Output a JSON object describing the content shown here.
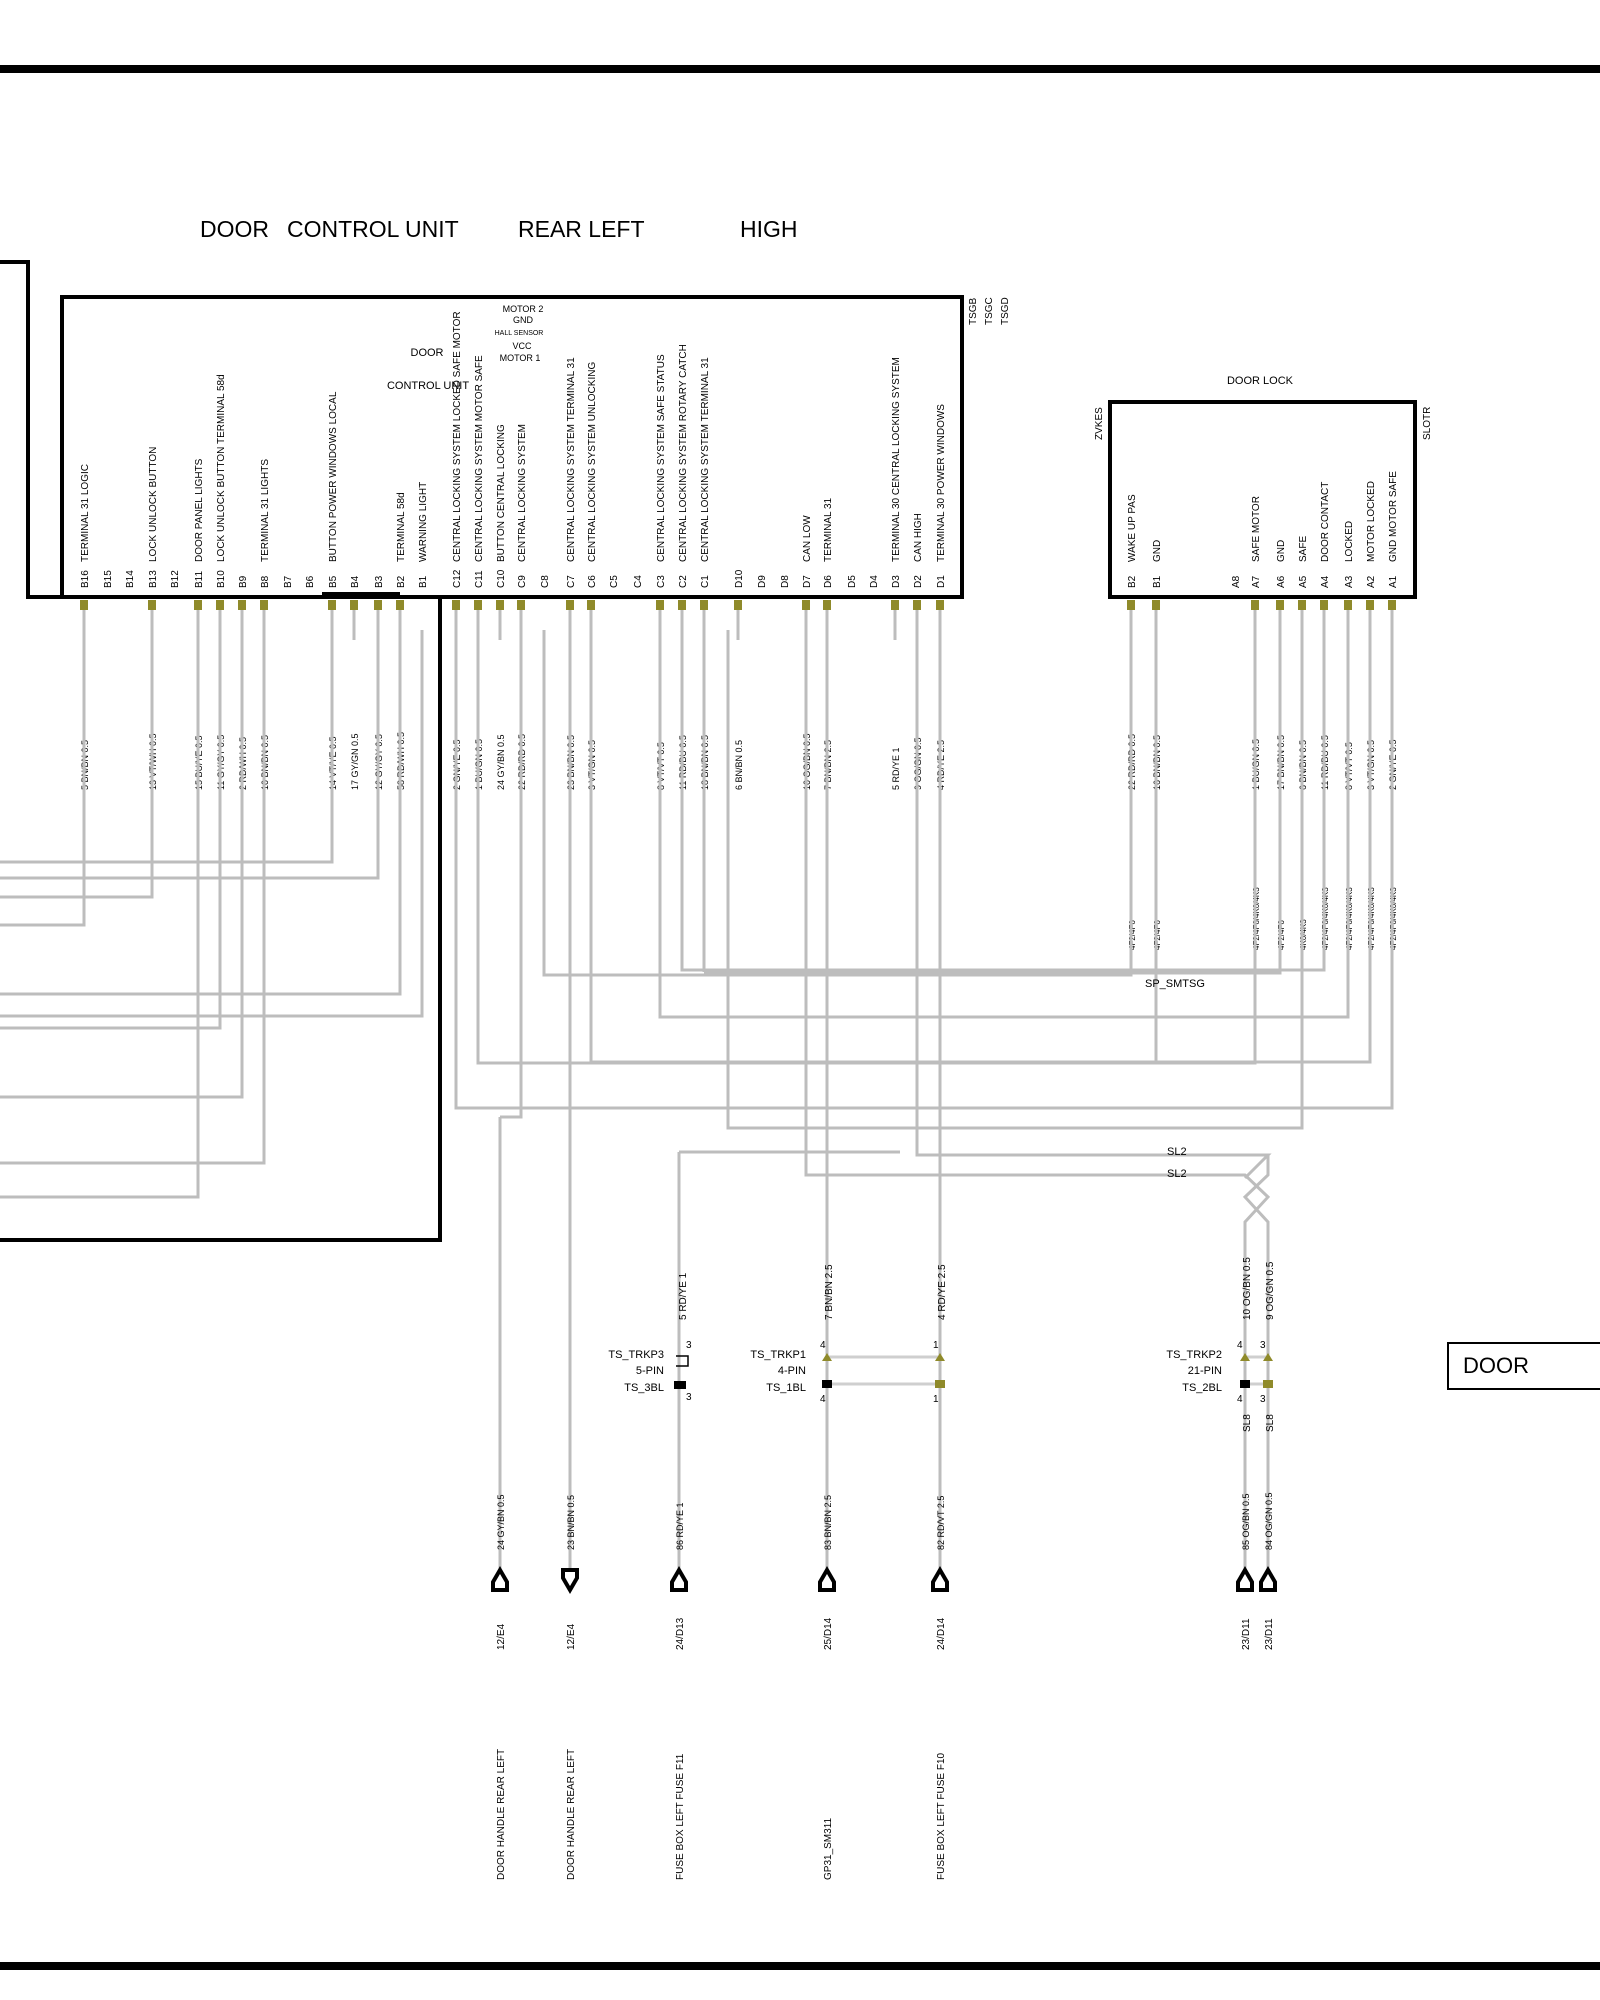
{
  "sheet": {
    "title_words": [
      "DOOR",
      "CONTROL UNIT",
      "REAR LEFT",
      "HIGH"
    ]
  },
  "dcu": {
    "connectors": [
      "TSGB",
      "TSGC",
      "TSGD"
    ],
    "inner_labels": {
      "motor2": "MOTOR 2",
      "gnd": "GND",
      "hall": "HALL SENSOR",
      "vcc": "VCC",
      "motor1": "MOTOR 1",
      "door": "DOOR",
      "control_unit": "CONTROL UNIT"
    },
    "pins": [
      {
        "pin": "B16",
        "func": "TERMINAL 31   LOGIC",
        "wire": "5 BN/BN 0.5"
      },
      {
        "pin": "B15",
        "func": "",
        "wire": ""
      },
      {
        "pin": "B14",
        "func": "",
        "wire": ""
      },
      {
        "pin": "B13",
        "func": "LOCK   UNLOCK   BUTTON",
        "wire": "13 VT/WH 0.5"
      },
      {
        "pin": "B12",
        "func": "",
        "wire": ""
      },
      {
        "pin": "B11",
        "func": "DOOR PANEL   LIGHTS",
        "wire": "15 BU/YE 0.5"
      },
      {
        "pin": "B10",
        "func": "LOCK   UNLOCK   BUTTON   TERMINAL 58d",
        "wire": "11 GY/GY 0.5"
      },
      {
        "pin": "B9",
        "func": "",
        "wire": "2 RD/WH 0.5"
      },
      {
        "pin": "B8",
        "func": "TERMINAL 31   LIGHTS",
        "wire": "10 BN/BN 0.5"
      },
      {
        "pin": "B7",
        "func": "",
        "wire": ""
      },
      {
        "pin": "B6",
        "func": "",
        "wire": ""
      },
      {
        "pin": "B5",
        "func": "BUTTON     POWER WINDOWS   LOCAL",
        "wire": "14 VT/YE 0.5"
      },
      {
        "pin": "B4",
        "func": "",
        "wire": "17 GY/GN 0.5"
      },
      {
        "pin": "B3",
        "func": "",
        "wire": "12 GY/GY 0.5"
      },
      {
        "pin": "B2",
        "func": "TERMINAL 58d",
        "wire": "58 RD/WH 0.5"
      },
      {
        "pin": "B1",
        "func": "WARNING LIGHT",
        "wire": ""
      },
      {
        "pin": "C12",
        "func": "CENTRAL LOCKING SYSTEM LOCKED  SAFE MOTOR",
        "wire": "2 GN/YE 0.5"
      },
      {
        "pin": "C11",
        "func": "CENTRAL LOCKING SYSTEM MOTOR   SAFE",
        "wire": "1 BU/GN 0.5"
      },
      {
        "pin": "C10",
        "func": "BUTTON CENTRAL LOCKING",
        "wire": "24 GY/BN 0.5"
      },
      {
        "pin": "C9",
        "func": "CENTRAL LOCKING SYSTEM",
        "wire": "22 RD/RD 0.5"
      },
      {
        "pin": "C8",
        "func": "",
        "wire": ""
      },
      {
        "pin": "C7",
        "func": "CENTRAL LOCKING SYSTEM TERMINAL 31",
        "wire": "23 BN/BN 0.5"
      },
      {
        "pin": "C6",
        "func": "CENTRAL LOCKING SYSTEM UNLOCKING",
        "wire": "3 VT/GN 0.5"
      },
      {
        "pin": "C5",
        "func": "",
        "wire": ""
      },
      {
        "pin": "C4",
        "func": "",
        "wire": ""
      },
      {
        "pin": "C3",
        "func": "CENTRAL LOCKING SYSTEM SAFE STATUS",
        "wire": "8 VT/VT 0.5"
      },
      {
        "pin": "C2",
        "func": "CENTRAL LOCKING SYSTEM ROTARY CATCH",
        "wire": "11 RD/BU 0.5"
      },
      {
        "pin": "C1",
        "func": "CENTRAL LOCKING SYSTEM TERMINAL 31",
        "wire": "18 BN/BN 0.5"
      },
      {
        "pin": "D10",
        "func": "",
        "wire": "6 BN/BN 0.5"
      },
      {
        "pin": "D9",
        "func": "",
        "wire": ""
      },
      {
        "pin": "D8",
        "func": "",
        "wire": ""
      },
      {
        "pin": "D7",
        "func": "CAN LOW",
        "wire": "10 OG/BN 0.5"
      },
      {
        "pin": "D6",
        "func": "TERMINAL 31",
        "wire": "7 BN/BN 2.5"
      },
      {
        "pin": "D5",
        "func": "",
        "wire": ""
      },
      {
        "pin": "D4",
        "func": "",
        "wire": ""
      },
      {
        "pin": "D3",
        "func": "TERMINAL 30   CENTRAL LOCKING SYSTEM",
        "wire": "5 RD/YE 1"
      },
      {
        "pin": "D2",
        "func": "CAN HIGH",
        "wire": "9 OG/GN 0.5"
      },
      {
        "pin": "D1",
        "func": "TERMINAL 30   POWER WINDOWS",
        "wire": "4 RD/YE 2.5"
      }
    ]
  },
  "door_lock": {
    "title": "DOOR LOCK",
    "left_code": "ZVKES",
    "right_code": "SLOTR",
    "pins": [
      {
        "pin": "B2",
        "func": "WAKE UP   PAS",
        "wire": "22 RD/RD 0.5",
        "code": "4F2/4F6"
      },
      {
        "pin": "B1",
        "func": "GND",
        "wire": "16 BN/BN 0.5",
        "code": "4F2/4F6"
      },
      {
        "pin": "A8",
        "func": "",
        "wire": "",
        "code": ""
      },
      {
        "pin": "A7",
        "func": "SAFE MOTOR",
        "wire": "1 BU/GN 0.5",
        "code": "4F2/4F6/4K0/4K3"
      },
      {
        "pin": "A6",
        "func": "GND",
        "wire": "17 BN/BN 0.5",
        "code": "4F2/4F6"
      },
      {
        "pin": "A5",
        "func": "SAFE",
        "wire": "6 BN/BN 0.5",
        "code": "4K0/4K3"
      },
      {
        "pin": "A4",
        "func": "DOOR CONTACT",
        "wire": "11 RD/BU 0.5",
        "code": "4F2/4F6/4K0/4K3"
      },
      {
        "pin": "A3",
        "func": "LOCKED",
        "wire": "8 VT/VT 0.5",
        "code": "4F2/4F6/4K0/4K3"
      },
      {
        "pin": "A2",
        "func": "MOTOR LOCKED",
        "wire": "3 VT/GN 0.5",
        "code": "4F2/4F6/4K0/4K3"
      },
      {
        "pin": "A1",
        "func": "GND MOTOR   SAFE",
        "wire": "2 GN/YE 0.5",
        "code": "4F2/4F6/4K0/4K3"
      }
    ]
  },
  "splices": {
    "sp_smtsg": "SP_SMTSG",
    "sl2_a": "SL2",
    "sl2_b": "SL2"
  },
  "connectors": {
    "trkp3": {
      "name": "TS_TRKP3",
      "pins": "5-PIN",
      "bl": "TS_3BL",
      "pin_top": "3",
      "pin_bot": "3",
      "wire_top": "5 RD/YE 1"
    },
    "trkp1": {
      "name": "TS_TRKP1",
      "pins": "4-PIN",
      "bl": "TS_1BL",
      "p4_top": "4",
      "p1_top": "1",
      "p4_bot": "4",
      "p1_bot": "1",
      "wire_a": "7 BN/BN 2.5",
      "wire_b": "4 RD/YE 2.5"
    },
    "trkp2": {
      "name": "TS_TRKP2",
      "pins": "21-PIN",
      "bl": "TS_2BL",
      "p4_top": "4",
      "p3_top": "3",
      "p4_bot": "4",
      "p3_bot": "3",
      "wire_a": "10 OG/BN 0.5",
      "wire_b": "9 OG/GN 0.5",
      "sl8_a": "SL8",
      "sl8_b": "SL8"
    }
  },
  "door_ref": "DOOR",
  "terminals": [
    {
      "wire": "24 GY/BN 0.5",
      "ref": "12/E4",
      "dest": "DOOR HANDLE     REAR LEFT"
    },
    {
      "wire": "23 BN/BN 0.5",
      "ref": "12/E4",
      "dest": "DOOR HANDLE     REAR LEFT"
    },
    {
      "wire": "86 RD/YE 1",
      "ref": "24/D13",
      "dest": "FUSE BOX     LEFT     FUSE F11"
    },
    {
      "wire": "83 BN/BN 2.5",
      "ref": "25/D14",
      "dest": "GP31_SM311"
    },
    {
      "wire": "82 RD/VT 2.5",
      "ref": "24/D14",
      "dest": "FUSE BOX     LEFT     FUSE F10"
    },
    {
      "wire": "85 OG/BN 0.5",
      "ref": "23/D11",
      "dest": ""
    },
    {
      "wire": "84 OG/GN 0.5",
      "ref": "23/D11",
      "dest": ""
    }
  ]
}
